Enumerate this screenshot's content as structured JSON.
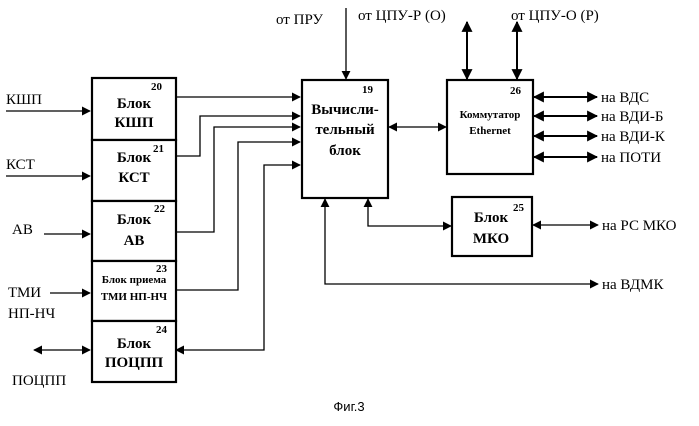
{
  "inputs": {
    "kshp": "КШП",
    "kst": "КСТ",
    "av": "АВ",
    "tmi_line1": "ТМИ",
    "tmi_line2": "НП-НЧ",
    "potspp": "ПОЦПП"
  },
  "top_inputs": {
    "pru": "от ПРУ",
    "cpu_r": "от ЦПУ-Р (О)",
    "cpu_o": "от ЦПУ-О (Р)"
  },
  "blocks": {
    "b20": {
      "num": "20",
      "line1": "Блок",
      "line2": "КШП"
    },
    "b21": {
      "num": "21",
      "line1": "Блок",
      "line2": "КСТ"
    },
    "b22": {
      "num": "22",
      "line1": "Блок",
      "line2": "АВ"
    },
    "b23": {
      "num": "23",
      "line1": "Блок приема",
      "line2": "ТМИ НП-НЧ"
    },
    "b24": {
      "num": "24",
      "line1": "Блок",
      "line2": "ПОЦПП"
    },
    "b19": {
      "num": "19",
      "line1": "Вычисли-",
      "line2": "тельный",
      "line3": "блок"
    },
    "b26": {
      "num": "26",
      "line1": "Коммутатор",
      "line2": "Ethernet"
    },
    "b25": {
      "num": "25",
      "line1": "Блок",
      "line2": "МКО"
    }
  },
  "outputs": {
    "vds": "на ВДС",
    "vdi_b": "на ВДИ-Б",
    "vdi_k": "на ВДИ-К",
    "poti": "на ПОТИ",
    "rs_mko": "на РС МКО",
    "vdmk": "на ВДМК"
  },
  "caption": "Фиг.3"
}
